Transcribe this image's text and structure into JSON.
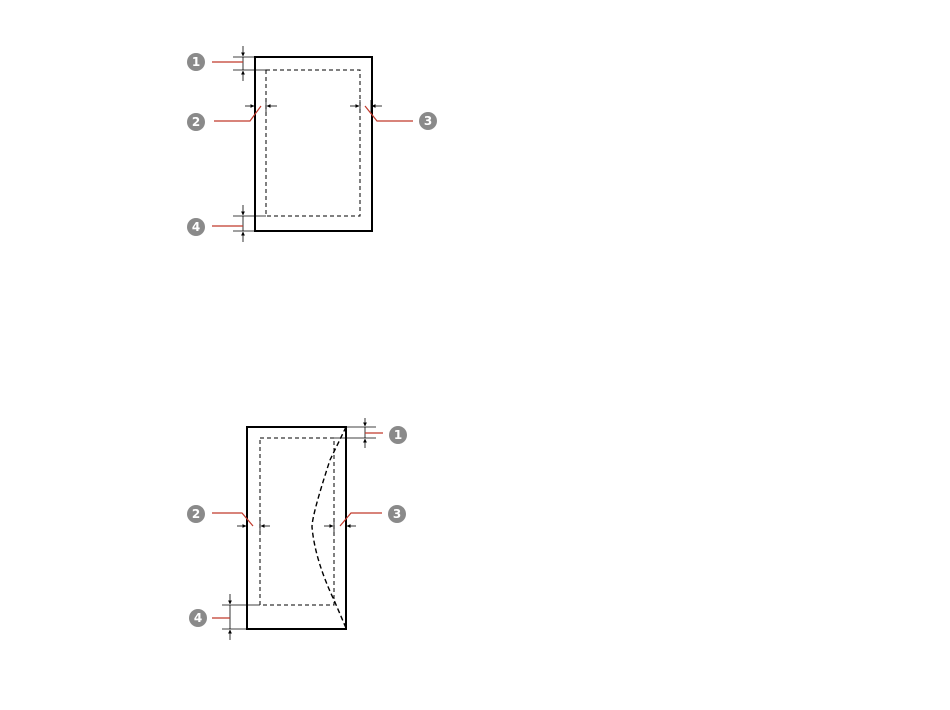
{
  "colors": {
    "outline": "#000000",
    "leader": "#c0392b",
    "badge": "#8a8a8a",
    "badge_text": "#ffffff"
  },
  "diagrams": [
    {
      "name": "sheet-margins-diagram",
      "callouts": [
        {
          "number": "1",
          "meaning": "top-margin"
        },
        {
          "number": "2",
          "meaning": "left-margin"
        },
        {
          "number": "3",
          "meaning": "right-margin"
        },
        {
          "number": "4",
          "meaning": "bottom-margin"
        }
      ]
    },
    {
      "name": "envelope-margins-diagram",
      "callouts": [
        {
          "number": "1",
          "meaning": "top-margin"
        },
        {
          "number": "2",
          "meaning": "left-margin"
        },
        {
          "number": "3",
          "meaning": "right-margin"
        },
        {
          "number": "4",
          "meaning": "bottom-margin"
        }
      ]
    }
  ]
}
